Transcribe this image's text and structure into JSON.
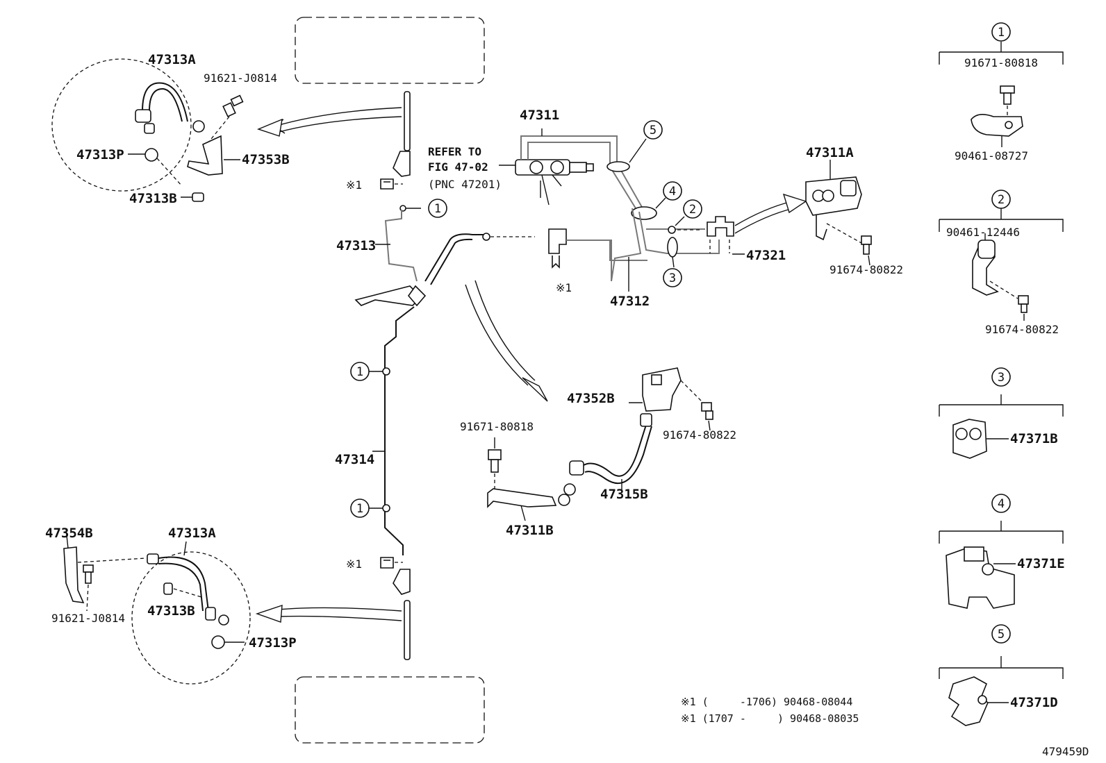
{
  "labels": {
    "p47313A_top": "47313A",
    "p91621_top": "91621-J0814",
    "p47313P_top": "47313P",
    "p47353B": "47353B",
    "p47313B_top": "47313B",
    "p47313": "47313",
    "x1_top": "※1",
    "x1_mid": "※1",
    "x1_bot": "※1",
    "p47311": "47311",
    "ref_line1": "REFER TO",
    "ref_line2": "FIG 47-02",
    "ref_line3": "(PNC 47201)",
    "p47312": "47312",
    "p47321": "47321",
    "p47311A": "47311A",
    "p91674_mid": "91674-80822",
    "p47352B": "47352B",
    "p91674_bracket": "91674-80822",
    "p91671_mid": "91671-80818",
    "p47315B": "47315B",
    "p47311B": "47311B",
    "p47314": "47314",
    "p47354B": "47354B",
    "p47313A_bot": "47313A",
    "p91621_bot": "91621-J0814",
    "p47313B_bot": "47313B",
    "p47313P_bot": "47313P",
    "note1": "※1 (     -1706) 90468-08044",
    "note2": "※1 (1707 -     ) 90468-08035",
    "figure_id": "479459D"
  },
  "callouts": [
    "1",
    "2",
    "3",
    "4",
    "5"
  ],
  "legend": [
    {
      "num": "1",
      "parts": [
        "91671-80818",
        "90461-08727"
      ]
    },
    {
      "num": "2",
      "parts": [
        "90461-12446",
        "91674-80822"
      ]
    },
    {
      "num": "3",
      "parts": [
        "47371B"
      ]
    },
    {
      "num": "4",
      "parts": [
        "47371E"
      ]
    },
    {
      "num": "5",
      "parts": [
        "47371D"
      ]
    }
  ]
}
